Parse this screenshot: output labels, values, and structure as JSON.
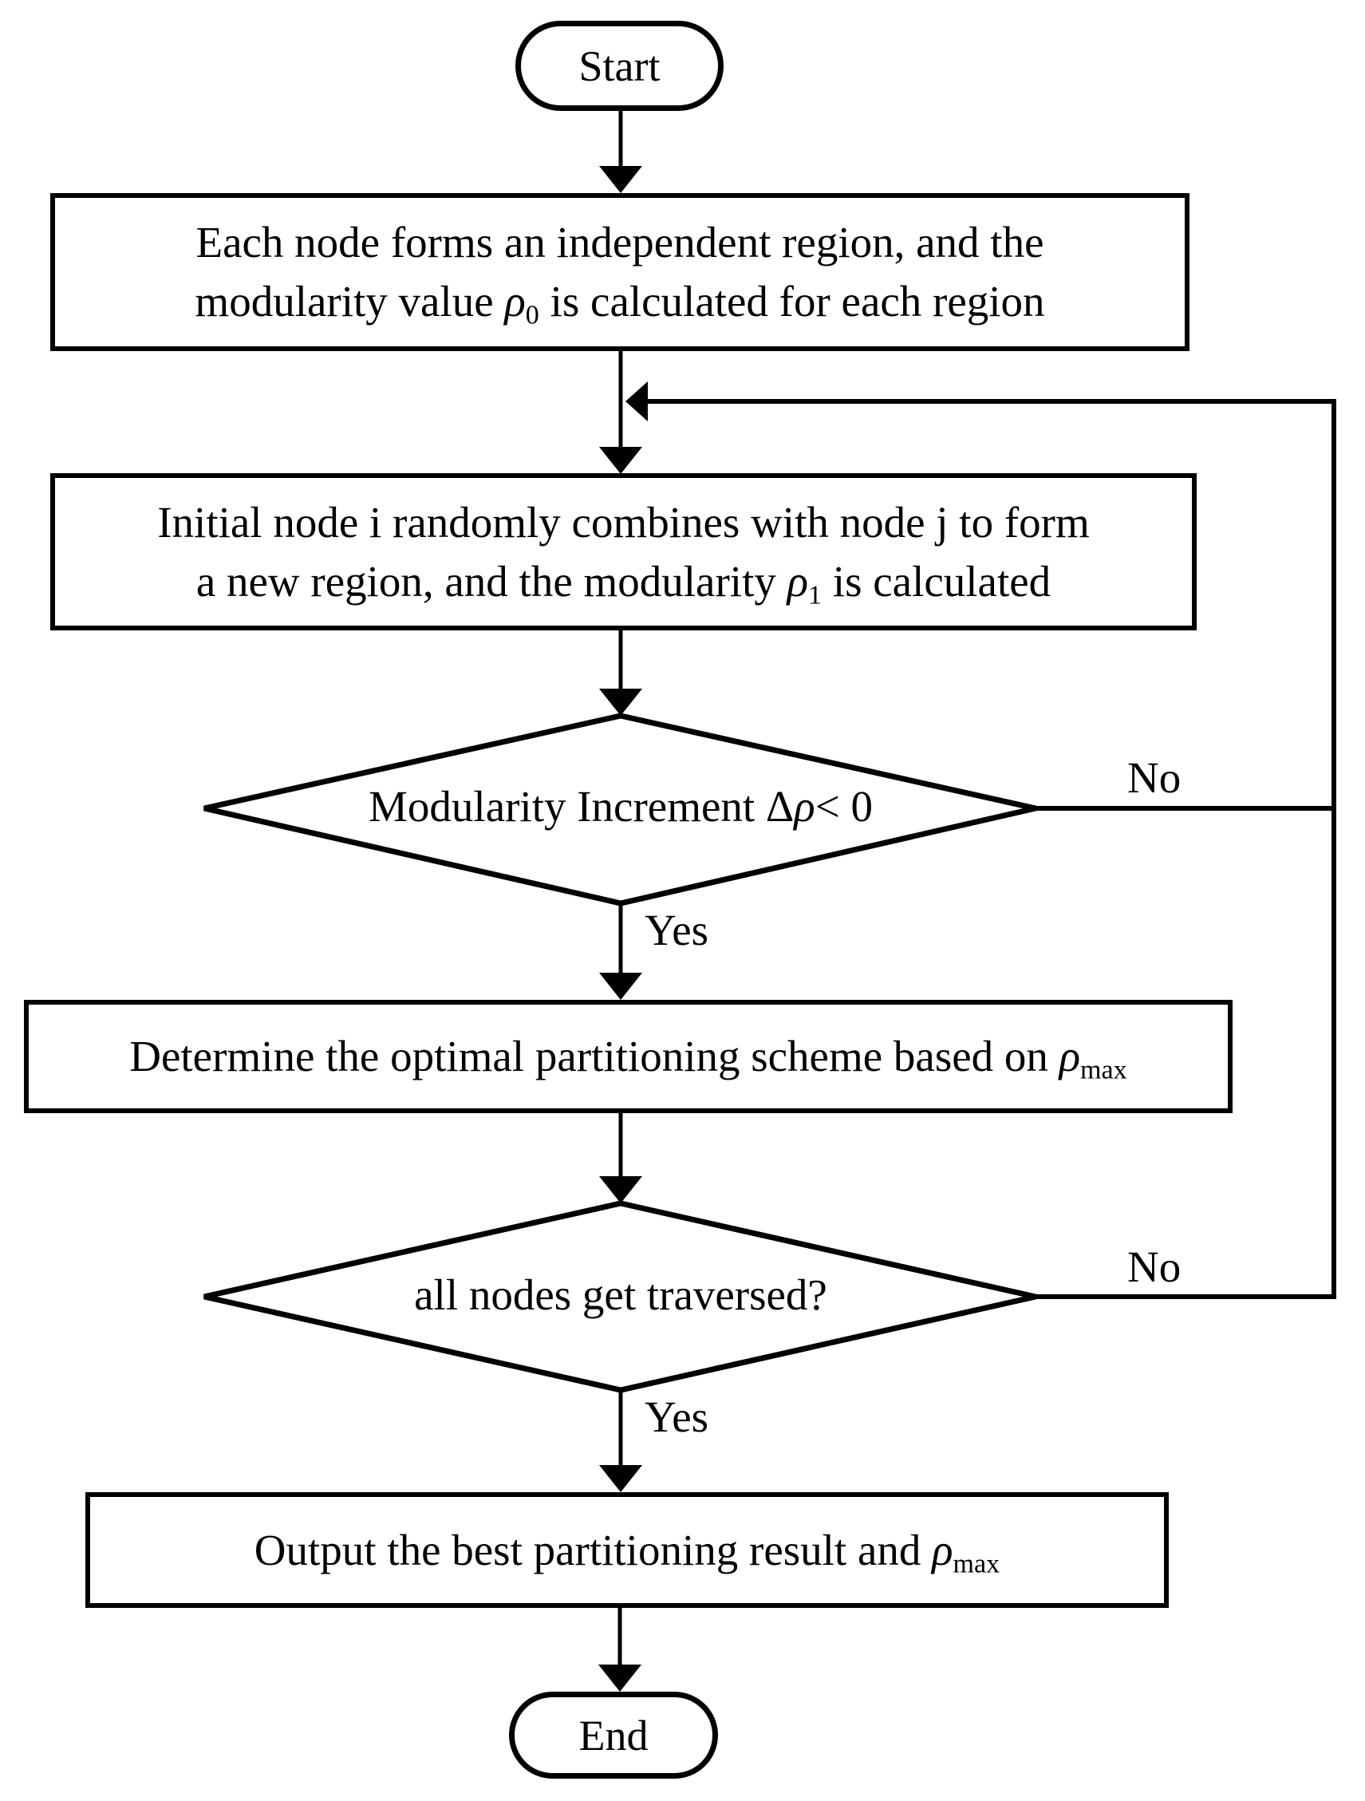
{
  "flowchart": {
    "colors": {
      "stroke": "#000000",
      "background": "#ffffff"
    },
    "start": {
      "label": "Start"
    },
    "end": {
      "label": "End"
    },
    "box1": {
      "lines": [
        [
          {
            "t": "Each node forms an independent region, and the"
          }
        ],
        [
          {
            "t": "modularity value "
          },
          {
            "t": "ρ",
            "i": true
          },
          {
            "t": "0",
            "sub": true
          },
          {
            "t": " is calculated for each region"
          }
        ]
      ]
    },
    "box2": {
      "lines": [
        [
          {
            "t": "Initial node i randomly combines with node j to form"
          }
        ],
        [
          {
            "t": "a new region, and the modularity "
          },
          {
            "t": "ρ",
            "i": true
          },
          {
            "t": "1",
            "sub": true
          },
          {
            "t": " is calculated"
          }
        ]
      ]
    },
    "diamond1": {
      "line": [
        {
          "t": "Modularity Increment Δ"
        },
        {
          "t": "ρ",
          "i": true
        },
        {
          "t": " < 0"
        }
      ]
    },
    "box3": {
      "line": [
        {
          "t": "Determine the optimal partitioning scheme based on "
        },
        {
          "t": "ρ",
          "i": true
        },
        {
          "t": "max",
          "sub": true
        }
      ]
    },
    "diamond2": {
      "line": [
        {
          "t": "all nodes get traversed?"
        }
      ]
    },
    "box4": {
      "line": [
        {
          "t": "Output the best partitioning result and "
        },
        {
          "t": "ρ",
          "i": true
        },
        {
          "t": "max",
          "sub": true
        }
      ]
    },
    "edge_labels": {
      "no1": "No",
      "yes1": "Yes",
      "no2": "No",
      "yes2": "Yes"
    }
  }
}
